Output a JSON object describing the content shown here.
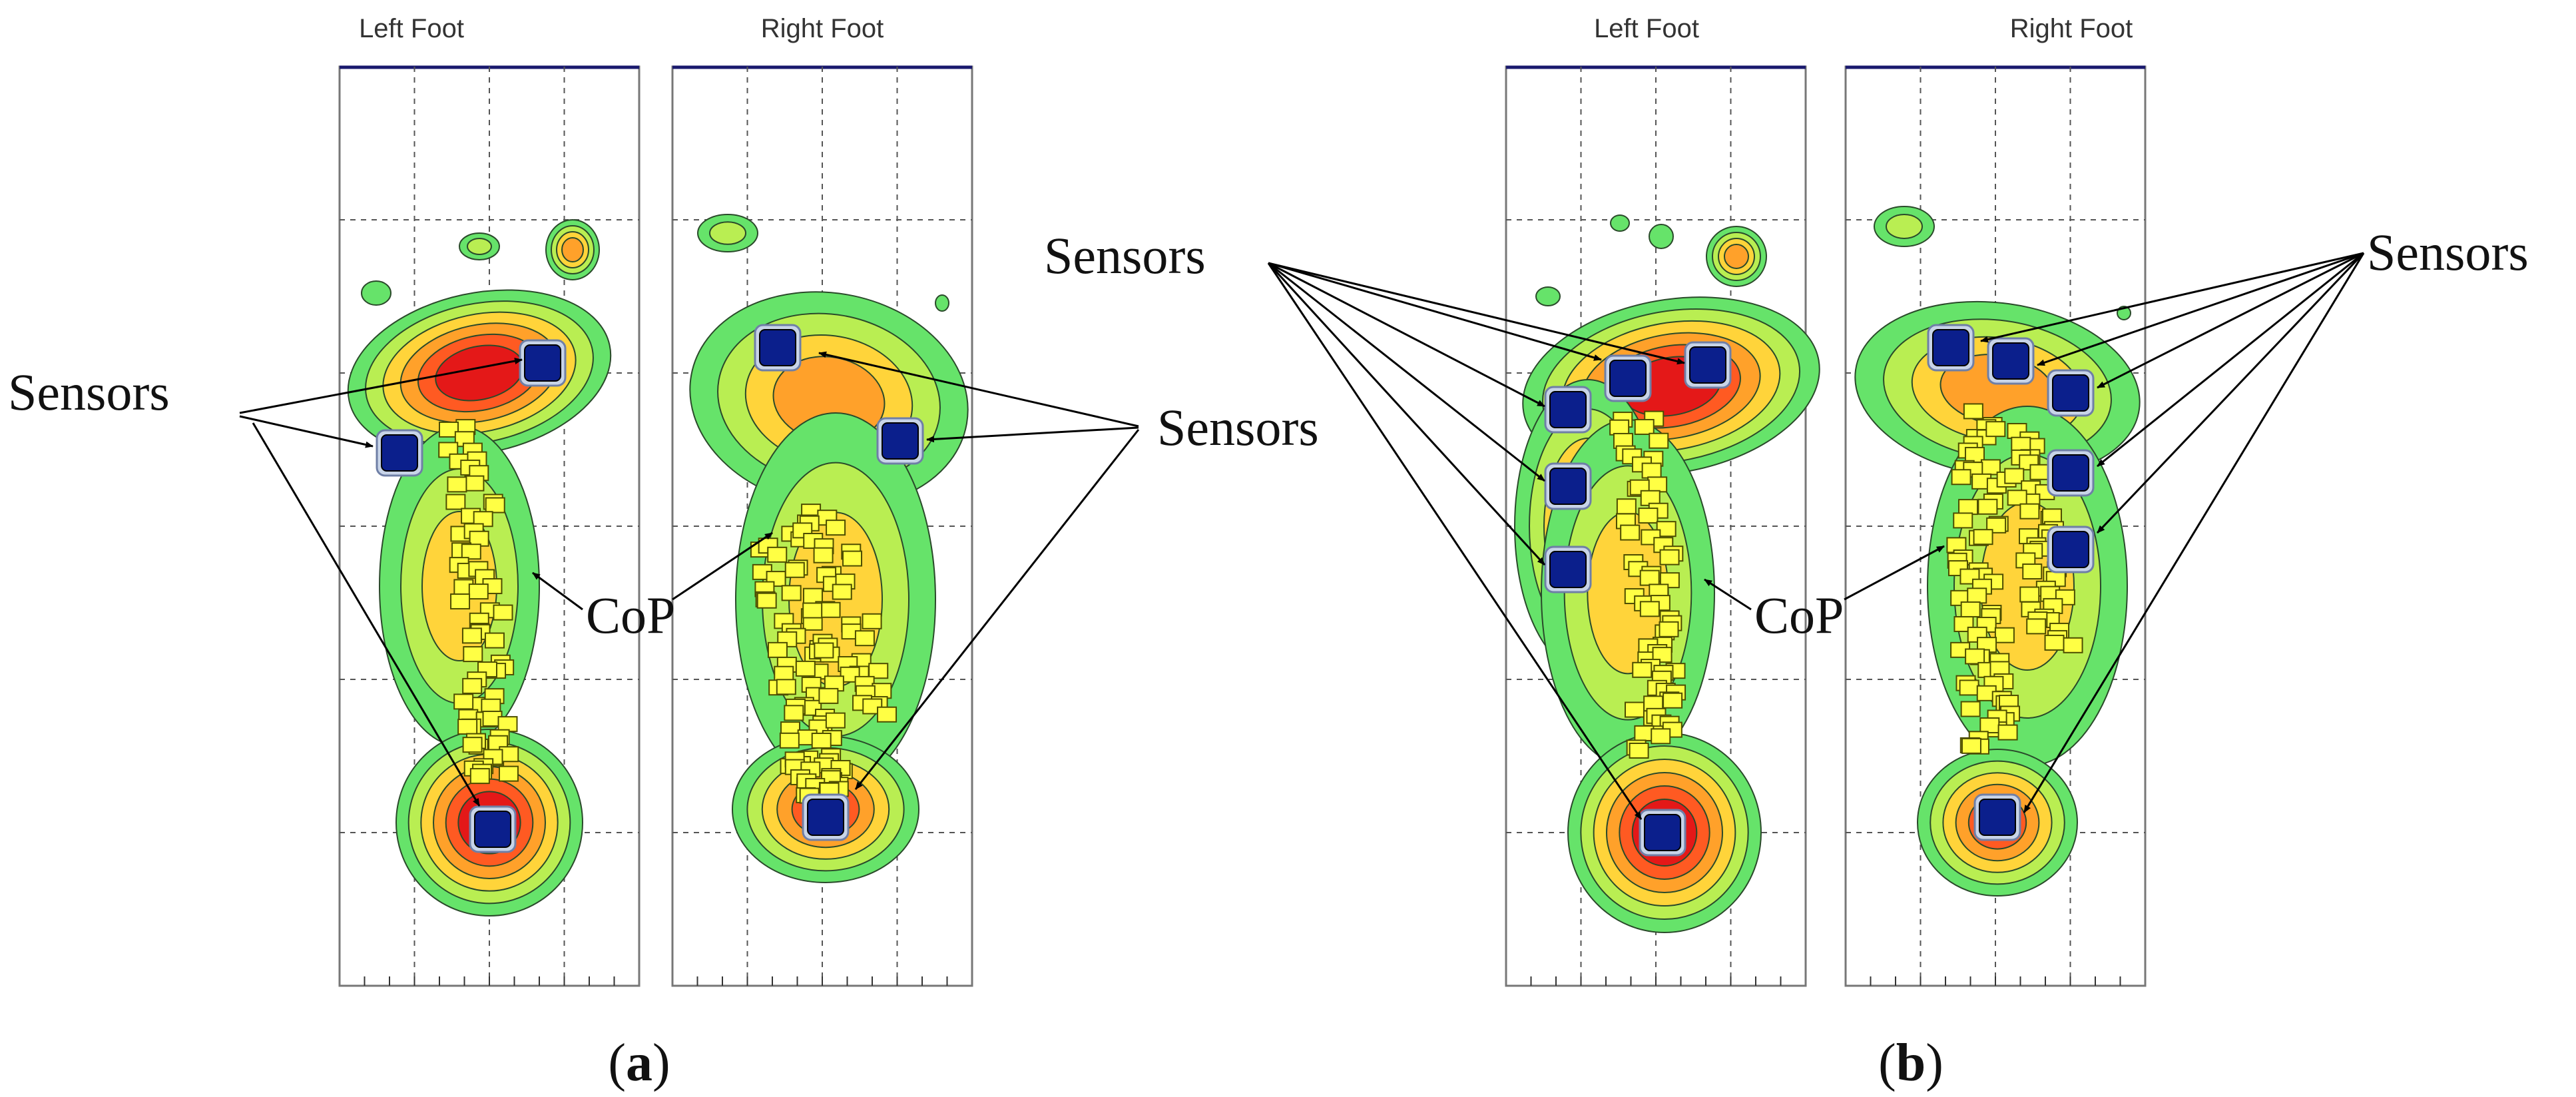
{
  "figure_a": {
    "caption_open": "(",
    "caption_letter": "a",
    "caption_close": ")",
    "left_title": "Left Foot",
    "right_title": "Right Foot",
    "sensors_left_label": "Sensors",
    "sensors_right_label": "Sensors",
    "cop_label": "CoP"
  },
  "figure_b": {
    "caption_open": "(",
    "caption_letter": "b",
    "caption_close": ")",
    "left_title": "Left Foot",
    "right_title": "Right Foot",
    "sensors_left_label": "Sensors",
    "sensors_right_label": "Sensors",
    "cop_label": "CoP"
  },
  "colors": {
    "contour_levels": [
      "#66e36a",
      "#b9ee52",
      "#ffd43a",
      "#ffa12a",
      "#ff5a22",
      "#e41818"
    ],
    "sensor_fill": "#0b1f8c",
    "cop_fill": "#ffff44",
    "cop_outline": "#4d4d00",
    "grid": "#555555",
    "panel_border": "#777777",
    "header_bar": "#1a1a6e"
  },
  "icons": {
    "sensor": "blue-square-sensor-icon",
    "cop": "yellow-square-cop-icon",
    "arrow": "arrowhead-icon"
  }
}
